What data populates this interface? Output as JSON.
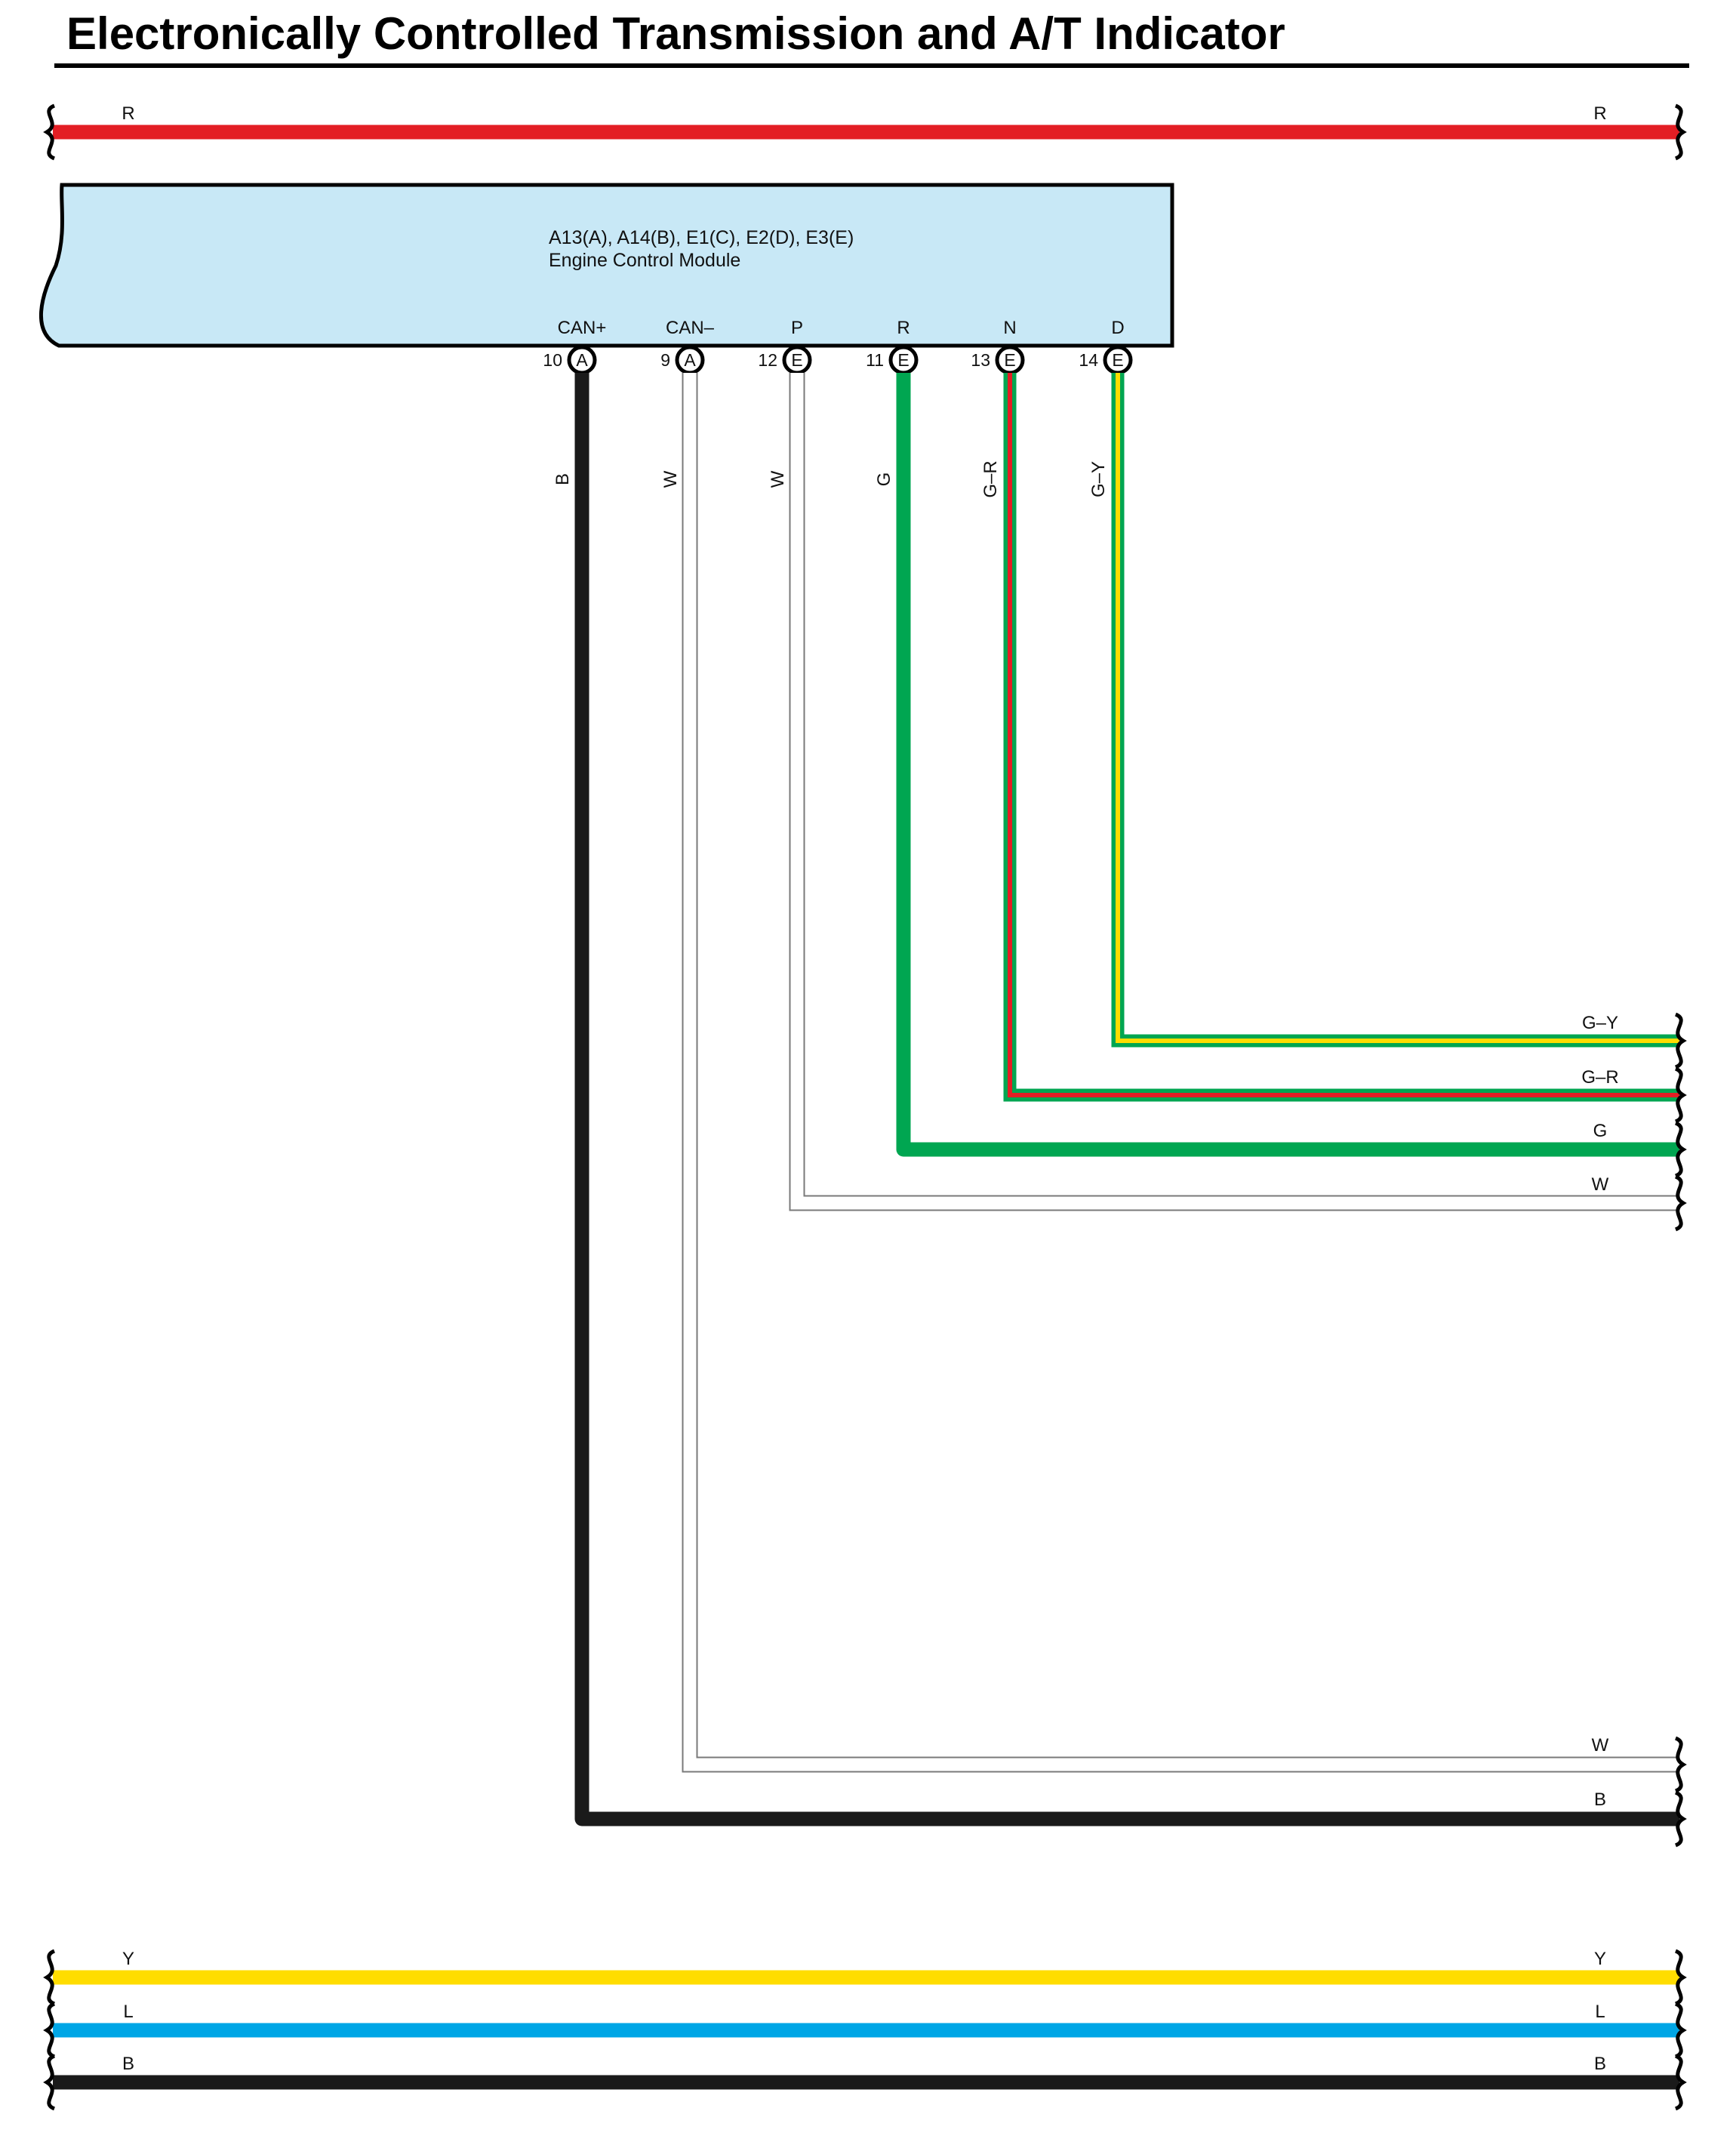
{
  "title": "Electronically Controlled Transmission and A/T Indicator",
  "module": {
    "connectors": "A13(A), A14(B), E1(C), E2(D), E3(E)",
    "name": "Engine Control Module",
    "fill_color": "#c8e8f6",
    "pins": [
      {
        "signal": "CAN+",
        "number": "10",
        "connector": "A",
        "wire_color": "B"
      },
      {
        "signal": "CAN–",
        "number": "9",
        "connector": "A",
        "wire_color": "W"
      },
      {
        "signal": "P",
        "number": "12",
        "connector": "E",
        "wire_color": "W"
      },
      {
        "signal": "R",
        "number": "11",
        "connector": "E",
        "wire_color": "G"
      },
      {
        "signal": "N",
        "number": "13",
        "connector": "E",
        "wire_color": "G–R"
      },
      {
        "signal": "D",
        "number": "14",
        "connector": "E",
        "wire_color": "G–Y"
      }
    ]
  },
  "top_bus": {
    "left_label": "R",
    "right_label": "R",
    "color": "#e31e24"
  },
  "exits": {
    "d_wire": "G–Y",
    "n_wire": "G–R",
    "r_wire": "G",
    "p_wire": "W",
    "canminus_wire": "W",
    "canplus_wire": "B"
  },
  "bottom_buses": [
    {
      "left_label": "Y",
      "right_label": "Y",
      "color": "#ffdd00"
    },
    {
      "left_label": "L",
      "right_label": "L",
      "color": "#00a6e6"
    },
    {
      "left_label": "B",
      "right_label": "B",
      "color": "#1a1a1a"
    }
  ],
  "wire_colors": {
    "B": "#1a1a1a",
    "W": "#ffffff",
    "G": "#00a651",
    "R": "#e31e24",
    "Y": "#ffdd00",
    "L": "#00a6e6",
    "outline": "#7a7a7a"
  }
}
